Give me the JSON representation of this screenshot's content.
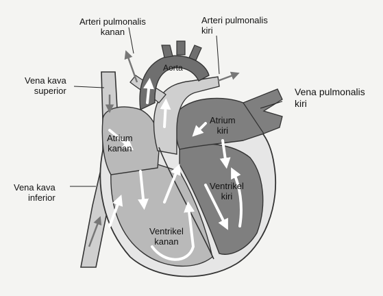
{
  "labels": {
    "arteri_pulmonalis_kanan": "Arteri pulmonalis\nkanan",
    "arteri_pulmonalis_kiri": "Arteri pulmonalis\nkiri",
    "aorta": "Aorta",
    "vena_kava_superior": "Vena kava\nsuperior",
    "vena_pulmonalis_kiri": "Vena pulmonalis\nkiri",
    "atrium_kiri": "Atrium\nkiri",
    "atrium_kanan": "Atrium\nkanan",
    "ventrikel_kiri": "Ventrikel\nkiri",
    "vena_kava_inferior": "Vena kava\ninferior",
    "ventrikel_kanan": "Ventrikel\nkanan"
  },
  "colors": {
    "background": "#f4f4f2",
    "right_chambers": "#b9b9b9",
    "left_chambers": "#7f7f7f",
    "aorta": "#6f6f6f",
    "vessels": "#cfcfcf",
    "heart_wall": "#e6e6e6",
    "flow_arrows": "#ffffff"
  }
}
